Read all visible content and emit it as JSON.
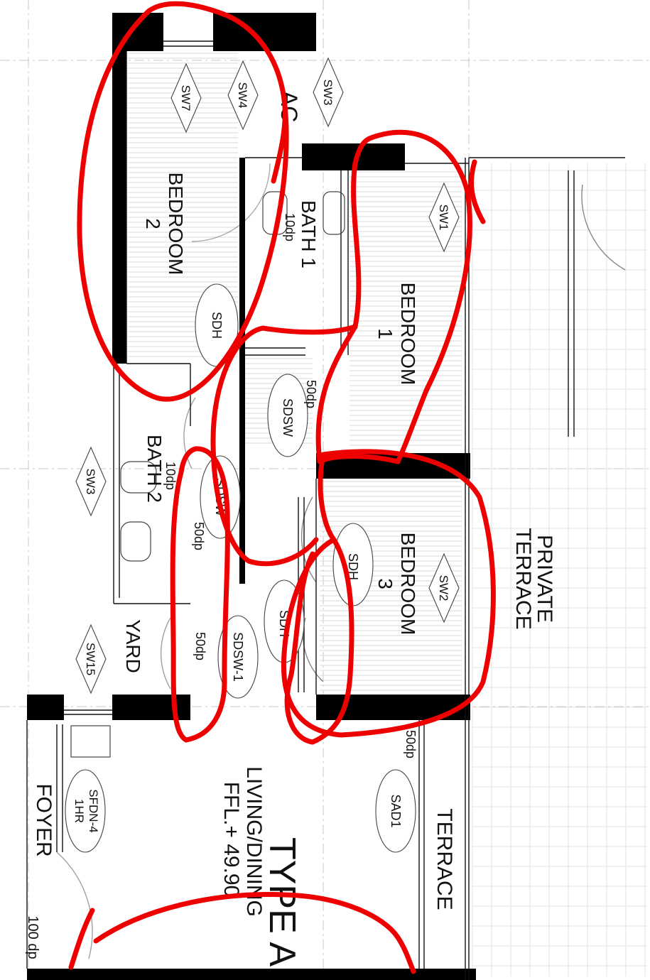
{
  "plan": {
    "unit_title": "TYPE A",
    "rooms": {
      "bedroom2": {
        "name": "BEDROOM",
        "number": "2"
      },
      "bedroom1": {
        "name": "BEDROOM",
        "number": "1"
      },
      "bedroom3": {
        "name": "BEDROOM",
        "number": "3"
      },
      "bath1": "BATH 1",
      "bath2": "BATH 2",
      "living": "LIVING/DINING",
      "level": "FFL.+ 49.90",
      "foyer": "FOYER",
      "yard": "YARD",
      "terrace": "TERRACE",
      "private_terrace": [
        "PRIVATE",
        "TERRACE"
      ],
      "ac": "AC"
    },
    "tags": {
      "sw7": "SW7",
      "sw4": "SW4",
      "sw3_top": "SW3",
      "sw1": "SW1",
      "sw3_left": "SW3",
      "sw15": "SW15",
      "sw2": "SW2",
      "sdh_bed2": "SDH",
      "sdsw_hall": "SDSW",
      "sdsw_b": "SDSW",
      "sdsw1": "SDSW-1",
      "sdh_bed3": "SDH",
      "sdh_hall": "SDH",
      "sfdn4": "SFDN-4",
      "sfdn4_rating": "1HR",
      "sad1": "SAD1"
    },
    "dims": {
      "bath1_dp": "10dp",
      "hall_dp": "50dp",
      "bath2_dp": "10dp",
      "dp_a": "50dp",
      "dp_b": "50dp",
      "terrace_dp": "50dp",
      "foyer_dp": "100 dp"
    }
  },
  "colors": {
    "wall": "#000000",
    "markup": "#ee0000",
    "grid": "#c9c9c9"
  }
}
